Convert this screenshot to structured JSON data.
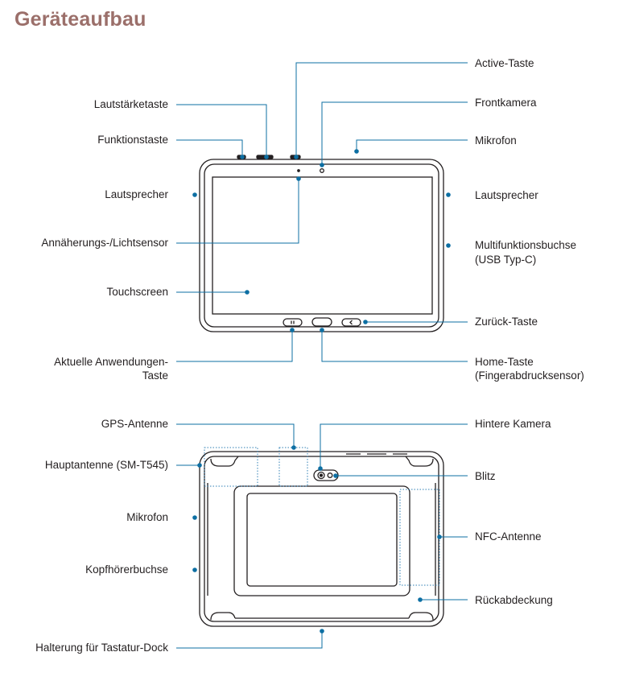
{
  "title": "Geräteaufbau",
  "colors": {
    "title": "#9b6f6a",
    "leader": "#0d6fa3",
    "device": "#231f20",
    "dotted": "#2f7fb5"
  },
  "front": {
    "labels": {
      "active_key": "Active-Taste",
      "volume_key": "Lautstärketaste",
      "front_camera": "Frontkamera",
      "function_key": "Funktionstaste",
      "microphone": "Mikrofon",
      "speaker_left": "Lautsprecher",
      "speaker_right": "Lautsprecher",
      "proximity_sensor": "Annäherungs-/Lichtsensor",
      "multipurpose_jack_1": "Multifunktionsbuchse",
      "multipurpose_jack_2": "(USB Typ-C)",
      "touchscreen": "Touchscreen",
      "back_key": "Zurück-Taste",
      "recent_apps_1": "Aktuelle Anwendungen-",
      "recent_apps_2": "Taste",
      "home_key_1": "Home-Taste",
      "home_key_2": "(Fingerabdrucksensor)"
    }
  },
  "back": {
    "labels": {
      "gps_antenna": "GPS-Antenne",
      "rear_camera": "Hintere Kamera",
      "main_antenna": "Hauptantenne (SM-T545)",
      "flash": "Blitz",
      "microphone": "Mikrofon",
      "nfc_antenna": "NFC-Antenne",
      "headset_jack": "Kopfhörerbuchse",
      "back_cover": "Rückabdeckung",
      "keyboard_dock": "Halterung für Tastatur-Dock"
    }
  }
}
